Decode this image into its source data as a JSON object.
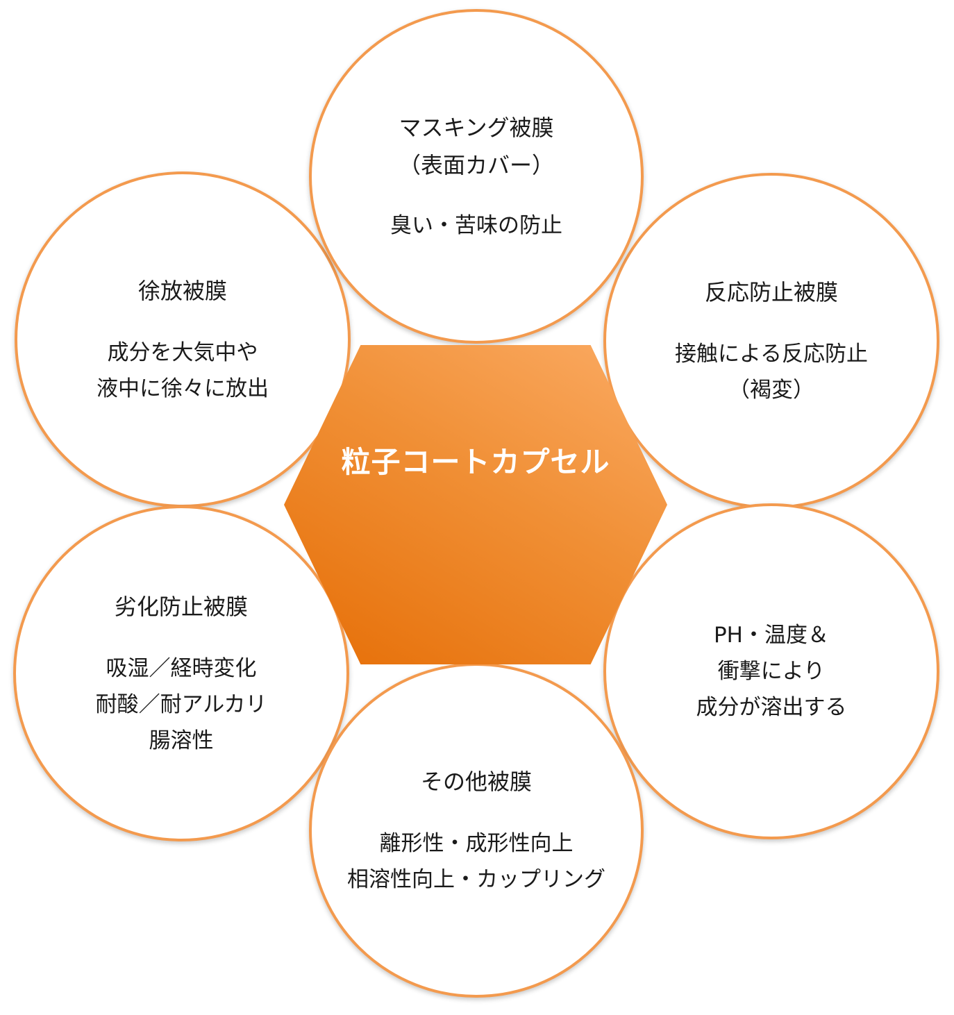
{
  "diagram": {
    "center": {
      "label": "粒子コートカプセル"
    },
    "nodes": {
      "top": {
        "title_lines": [
          "マスキング被膜",
          "（表面カバー）"
        ],
        "desc_lines": [
          "臭い・苦味の防止"
        ]
      },
      "upper_right": {
        "title_lines": [
          "反応防止被膜"
        ],
        "desc_lines": [
          "接触による反応防止",
          "（褐変）"
        ]
      },
      "lower_right": {
        "title_lines": [],
        "desc_lines": [
          "PH・温度＆",
          "衝撃により",
          "成分が溶出する"
        ]
      },
      "bottom": {
        "title_lines": [
          "その他被膜"
        ],
        "desc_lines": [
          "離形性・成形性向上",
          "相溶性向上・カップリング"
        ]
      },
      "lower_left": {
        "title_lines": [
          "劣化防止被膜"
        ],
        "desc_lines": [
          "吸湿／経時変化",
          "耐酸／耐アルカリ",
          "腸溶性"
        ]
      },
      "upper_left": {
        "title_lines": [
          "徐放被膜"
        ],
        "desc_lines": [
          "成分を大気中や",
          "液中に徐々に放出"
        ]
      }
    },
    "colors": {
      "circle_border": "#f39a4e",
      "hexagon_gradient": [
        "#fbab64",
        "#f08f35",
        "#e66e06"
      ],
      "center_text": "#ffffff",
      "node_text": "#1a1a1a"
    }
  }
}
